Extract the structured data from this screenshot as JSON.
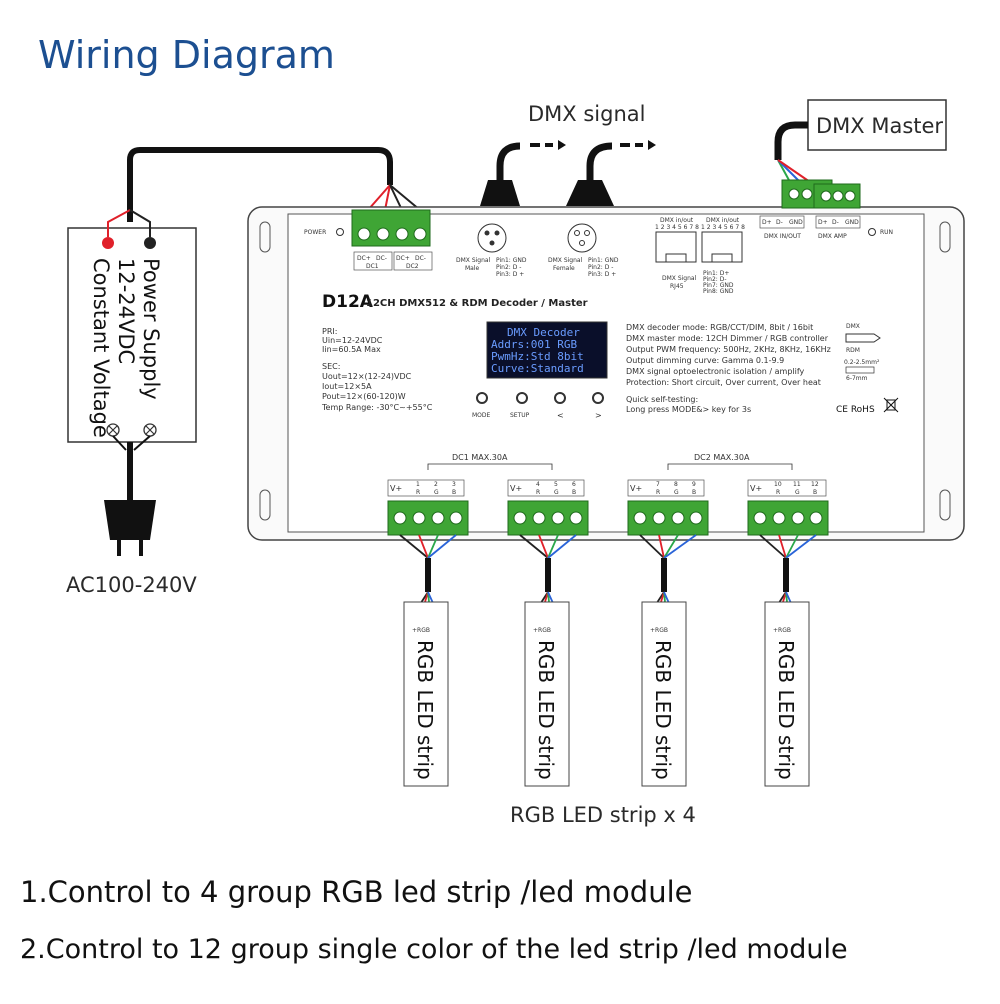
{
  "title": "Wiring Diagram",
  "dmx_signal": "DMX signal",
  "dmx_master": "DMX Master",
  "power_supply": {
    "line1": "Power Supply",
    "line2": "12-24VDC",
    "line3": "Constant Voltage"
  },
  "ac_input": "AC100-240V",
  "device": {
    "model": "D12A",
    "name": "12CH DMX512 & RDM Decoder / Master",
    "power_label": "POWER",
    "run_label": "RUN",
    "dc_terms": [
      "DC+",
      "DC-",
      "DC+",
      "DC-"
    ],
    "dc1": "DC1",
    "dc2": "DC2",
    "xlr_male": [
      "DMX Signal",
      "Male"
    ],
    "xlr_male_pins": [
      "Pin1: GND",
      "Pin2: D -",
      "Pin3: D +"
    ],
    "xlr_female": [
      "DMX Signal",
      "Female"
    ],
    "xlr_female_pins": [
      "Pin1: GND",
      "Pin2: D -",
      "Pin3: D +"
    ],
    "rj45_ports": [
      "DMX in/out",
      "DMX in/out"
    ],
    "rj45_pins_num": "1 2 3 4 5 6 7 8",
    "rj45_label": [
      "DMX Signal",
      "RJ45"
    ],
    "rj45_pins": [
      "Pin1: D+",
      "Pin2: D-",
      "Pin7: GND",
      "Pin8: GND"
    ],
    "dmx_inout_terms": [
      "D+",
      "D-",
      "GND"
    ],
    "dmx_inout": "DMX IN/OUT",
    "dmx_amp_terms": [
      "D+",
      "D-",
      "GND"
    ],
    "dmx_amp": "DMX AMP",
    "pri": [
      "PRI:",
      "Uin=12-24VDC",
      "Iin=60.5A Max"
    ],
    "sec": [
      "SEC:",
      "Uout=12×(12-24)VDC",
      "Iout=12×5A",
      "Pout=12×(60-120)W",
      "Temp Range: -30°C~+55°C"
    ],
    "lcd": [
      "DMX Decoder",
      "Addrs:001     RGB",
      "PwmHz:Std     8bit",
      "Curve:Standard"
    ],
    "buttons": [
      "MODE",
      "SETUP",
      "<",
      ">"
    ],
    "specs": [
      "DMX decoder mode: RGB/CCT/DIM, 8bit / 16bit",
      "DMX master mode: 12CH Dimmer / RGB controller",
      "Output PWM frequency: 500Hz, 2KHz, 8KHz, 16KHz",
      "Output dimming curve: Gamma 0.1-9.9",
      "DMX signal optoelectronic isolation / amplify",
      "Protection: Short circuit, Over current, Over heat"
    ],
    "quick_test": [
      "Quick self-testing:",
      "Long press MODE&> key for 3s"
    ],
    "dmx_badge": "DMX",
    "rdm_badge": "RDM",
    "wire_spec": [
      "0.2-2.5mm²",
      "6-7mm"
    ],
    "cert": "CE RoHS",
    "dc1_out": "DC1  MAX.30A",
    "dc2_out": "DC2  MAX.30A",
    "channel_groups": [
      {
        "v": "V+",
        "ch": [
          "1",
          "2",
          "3"
        ],
        "col": [
          "R",
          "G",
          "B"
        ]
      },
      {
        "v": "V+",
        "ch": [
          "4",
          "5",
          "6"
        ],
        "col": [
          "R",
          "G",
          "B"
        ]
      },
      {
        "v": "V+",
        "ch": [
          "7",
          "8",
          "9"
        ],
        "col": [
          "R",
          "G",
          "B"
        ]
      },
      {
        "v": "V+",
        "ch": [
          "10",
          "11",
          "12"
        ],
        "col": [
          "R",
          "G",
          "B"
        ]
      }
    ]
  },
  "strips": [
    {
      "label": "RGB LED strip",
      "pins": "+RGB"
    },
    {
      "label": "RGB LED strip",
      "pins": "+RGB"
    },
    {
      "label": "RGB LED strip",
      "pins": "+RGB"
    },
    {
      "label": "RGB LED strip",
      "pins": "+RGB"
    }
  ],
  "strip_caption": "RGB LED strip x 4",
  "notes": [
    "1.Control to 4 group RGB led strip /led module",
    "2.Control to 12 group single color of the led strip /led module"
  ],
  "colors": {
    "title": "#1c4f91",
    "terminal_green": "#3fa535",
    "wire_red": "#e0202a",
    "wire_green": "#2aa84a",
    "wire_blue": "#2a64d8",
    "lcd_bg": "#0a0f2a"
  }
}
